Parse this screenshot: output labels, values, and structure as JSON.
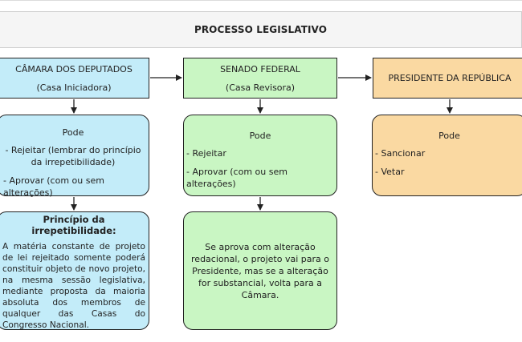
{
  "title": "PROCESSO LEGISLATIVO",
  "camara": {
    "name": "CÂMARA DOS DEPUTADOS",
    "role": "(Casa Iniciadora)",
    "pode": "Pode",
    "items": [
      "- Rejeitar (lembrar do princípio da irrepetibilidade)",
      "- Aprovar (com ou sem alterações)"
    ]
  },
  "principio": {
    "title": "Princípio da irrepetibilidade:",
    "text": "A matéria constante de projeto de lei rejeitado somente poderá constituir objeto de novo projeto, na mesma sessão legislativa, mediante proposta da maioria absoluta dos membros de qualquer das Casas do Congresso Nacional."
  },
  "senado": {
    "name": "SENADO FEDERAL",
    "role": "(Casa Revisora)",
    "pode": "Pode",
    "items": [
      "- Rejeitar",
      "- Aprovar (com ou sem alterações)"
    ],
    "note": "Se aprova com alteração redacional, o projeto vai para o Presidente, mas se a alteração for substancial, volta para a Câmara."
  },
  "presidente": {
    "name": "PRESIDENTE DA REPÚBLICA",
    "pode": "Pode",
    "items": [
      "- Sancionar",
      "- Vetar"
    ]
  },
  "colors": {
    "blue": "#c3ecf9",
    "green": "#c9f6c3",
    "orange": "#fad9a2",
    "stroke": "#222222"
  }
}
